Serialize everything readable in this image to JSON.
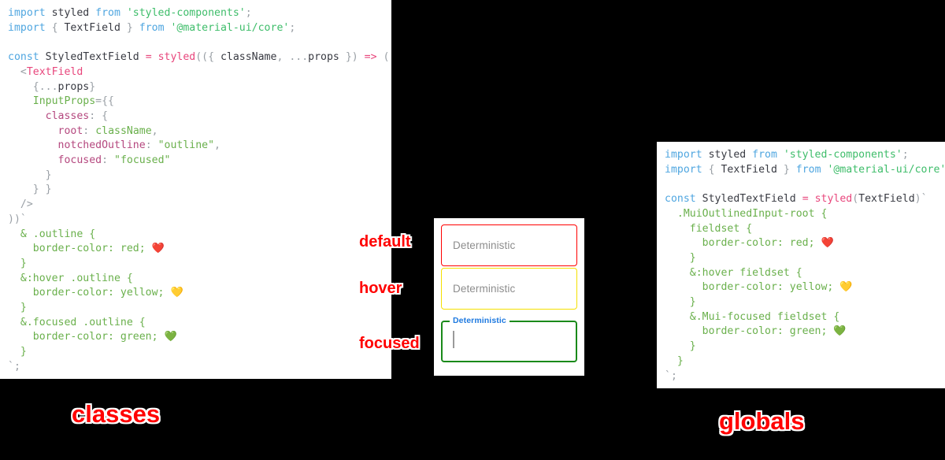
{
  "panels": {
    "classes": {
      "caption": "classes",
      "code_lines": [
        [
          {
            "t": "import ",
            "c": "t-kw"
          },
          {
            "t": "styled ",
            "c": "t-plain"
          },
          {
            "t": "from ",
            "c": "t-kw"
          },
          {
            "t": "'styled-components'",
            "c": "t-str"
          },
          {
            "t": ";",
            "c": "t-grey"
          }
        ],
        [
          {
            "t": "import ",
            "c": "t-kw"
          },
          {
            "t": "{ ",
            "c": "t-grey"
          },
          {
            "t": "TextField",
            "c": "t-plain"
          },
          {
            "t": " } ",
            "c": "t-grey"
          },
          {
            "t": "from ",
            "c": "t-kw"
          },
          {
            "t": "'@material-ui/core'",
            "c": "t-str"
          },
          {
            "t": ";",
            "c": "t-grey"
          }
        ],
        [],
        [
          {
            "t": "const ",
            "c": "t-kw"
          },
          {
            "t": "StyledTextField ",
            "c": "t-plain"
          },
          {
            "t": "= ",
            "c": "t-op"
          },
          {
            "t": "styled",
            "c": "t-fn"
          },
          {
            "t": "(({ ",
            "c": "t-grey"
          },
          {
            "t": "className",
            "c": "t-plain"
          },
          {
            "t": ", ",
            "c": "t-grey"
          },
          {
            "t": "...",
            "c": "t-grey"
          },
          {
            "t": "props",
            "c": "t-plain"
          },
          {
            "t": " }) ",
            "c": "t-grey"
          },
          {
            "t": "=> ",
            "c": "t-op"
          },
          {
            "t": "(",
            "c": "t-grey"
          }
        ],
        [
          {
            "t": "  <",
            "c": "t-grey"
          },
          {
            "t": "TextField",
            "c": "t-tag"
          }
        ],
        [
          {
            "t": "    {...",
            "c": "t-grey"
          },
          {
            "t": "props",
            "c": "t-plain"
          },
          {
            "t": "}",
            "c": "t-grey"
          }
        ],
        [
          {
            "t": "    ",
            "c": "t-plain"
          },
          {
            "t": "InputProps",
            "c": "t-attr"
          },
          {
            "t": "={{",
            "c": "t-grey"
          }
        ],
        [
          {
            "t": "      ",
            "c": "t-plain"
          },
          {
            "t": "classes",
            "c": "t-prop"
          },
          {
            "t": ": {",
            "c": "t-grey"
          }
        ],
        [
          {
            "t": "        ",
            "c": "t-plain"
          },
          {
            "t": "root",
            "c": "t-prop"
          },
          {
            "t": ": ",
            "c": "t-grey"
          },
          {
            "t": "className",
            "c": "t-propval"
          },
          {
            "t": ",",
            "c": "t-grey"
          }
        ],
        [
          {
            "t": "        ",
            "c": "t-plain"
          },
          {
            "t": "notchedOutline",
            "c": "t-prop"
          },
          {
            "t": ": ",
            "c": "t-grey"
          },
          {
            "t": "\"outline\"",
            "c": "t-propval"
          },
          {
            "t": ",",
            "c": "t-grey"
          }
        ],
        [
          {
            "t": "        ",
            "c": "t-plain"
          },
          {
            "t": "focused",
            "c": "t-prop"
          },
          {
            "t": ": ",
            "c": "t-grey"
          },
          {
            "t": "\"focused\"",
            "c": "t-propval"
          }
        ],
        [
          {
            "t": "      }",
            "c": "t-grey"
          }
        ],
        [
          {
            "t": "    } }",
            "c": "t-grey"
          }
        ],
        [
          {
            "t": "  />",
            "c": "t-grey"
          }
        ],
        [
          {
            "t": "))`",
            "c": "t-grey"
          }
        ],
        [
          {
            "t": "  & .outline {",
            "c": "t-css"
          }
        ],
        [
          {
            "t": "    border-color: red; ",
            "c": "t-css"
          },
          {
            "t": "❤️",
            "c": "emoji"
          }
        ],
        [
          {
            "t": "  }",
            "c": "t-css"
          }
        ],
        [
          {
            "t": "  &:hover .outline {",
            "c": "t-css"
          }
        ],
        [
          {
            "t": "    border-color: yellow; ",
            "c": "t-css"
          },
          {
            "t": "💛",
            "c": "emoji"
          }
        ],
        [
          {
            "t": "  }",
            "c": "t-css"
          }
        ],
        [
          {
            "t": "  &.focused .outline {",
            "c": "t-css"
          }
        ],
        [
          {
            "t": "    border-color: green; ",
            "c": "t-css"
          },
          {
            "t": "💚",
            "c": "emoji"
          }
        ],
        [
          {
            "t": "  }",
            "c": "t-css"
          }
        ],
        [
          {
            "t": "`;",
            "c": "t-grey"
          }
        ]
      ]
    },
    "globals": {
      "caption": "globals",
      "code_lines": [
        [
          {
            "t": "import ",
            "c": "t-kw"
          },
          {
            "t": "styled ",
            "c": "t-plain"
          },
          {
            "t": "from ",
            "c": "t-kw"
          },
          {
            "t": "'styled-components'",
            "c": "t-str"
          },
          {
            "t": ";",
            "c": "t-grey"
          }
        ],
        [
          {
            "t": "import ",
            "c": "t-kw"
          },
          {
            "t": "{ ",
            "c": "t-grey"
          },
          {
            "t": "TextField",
            "c": "t-plain"
          },
          {
            "t": " } ",
            "c": "t-grey"
          },
          {
            "t": "from ",
            "c": "t-kw"
          },
          {
            "t": "'@material-ui/core'",
            "c": "t-str"
          },
          {
            "t": ";",
            "c": "t-grey"
          }
        ],
        [],
        [
          {
            "t": "const ",
            "c": "t-kw"
          },
          {
            "t": "StyledTextField ",
            "c": "t-plain"
          },
          {
            "t": "= ",
            "c": "t-op"
          },
          {
            "t": "styled",
            "c": "t-fn"
          },
          {
            "t": "(",
            "c": "t-grey"
          },
          {
            "t": "TextField",
            "c": "t-plain"
          },
          {
            "t": ")`",
            "c": "t-grey"
          }
        ],
        [
          {
            "t": "  .MuiOutlinedInput-root {",
            "c": "t-css"
          }
        ],
        [
          {
            "t": "    fieldset {",
            "c": "t-css"
          }
        ],
        [
          {
            "t": "      border-color: red; ",
            "c": "t-css"
          },
          {
            "t": "❤️",
            "c": "emoji"
          }
        ],
        [
          {
            "t": "    }",
            "c": "t-css"
          }
        ],
        [
          {
            "t": "    &:hover fieldset {",
            "c": "t-css"
          }
        ],
        [
          {
            "t": "      border-color: yellow; ",
            "c": "t-css"
          },
          {
            "t": "💛",
            "c": "emoji"
          }
        ],
        [
          {
            "t": "    }",
            "c": "t-css"
          }
        ],
        [
          {
            "t": "    &.Mui-focused fieldset {",
            "c": "t-css"
          }
        ],
        [
          {
            "t": "      border-color: green; ",
            "c": "t-css"
          },
          {
            "t": "💚",
            "c": "emoji"
          }
        ],
        [
          {
            "t": "    }",
            "c": "t-css"
          }
        ],
        [
          {
            "t": "  }",
            "c": "t-css"
          }
        ],
        [
          {
            "t": "`;",
            "c": "t-grey"
          }
        ]
      ]
    }
  },
  "demo": {
    "states": {
      "default_label": "default",
      "hover_label": "hover",
      "focused_label": "focused"
    },
    "fields": {
      "default": {
        "text": "Deterministic",
        "border_color": "#ff0000"
      },
      "hover": {
        "text": "Deterministic",
        "border_color": "#f5e000"
      },
      "focused": {
        "label": "Deterministic",
        "value": "",
        "border_color": "#1a8a1a",
        "label_color": "#1f7ae0"
      }
    }
  },
  "colors": {
    "background": "#000000",
    "panel": "#ffffff",
    "accent_red": "#ff0000",
    "accent_yellow": "#f5e000",
    "accent_green": "#1a8a1a",
    "label_blue": "#1f7ae0",
    "placeholder_grey": "#8d8d8d"
  }
}
